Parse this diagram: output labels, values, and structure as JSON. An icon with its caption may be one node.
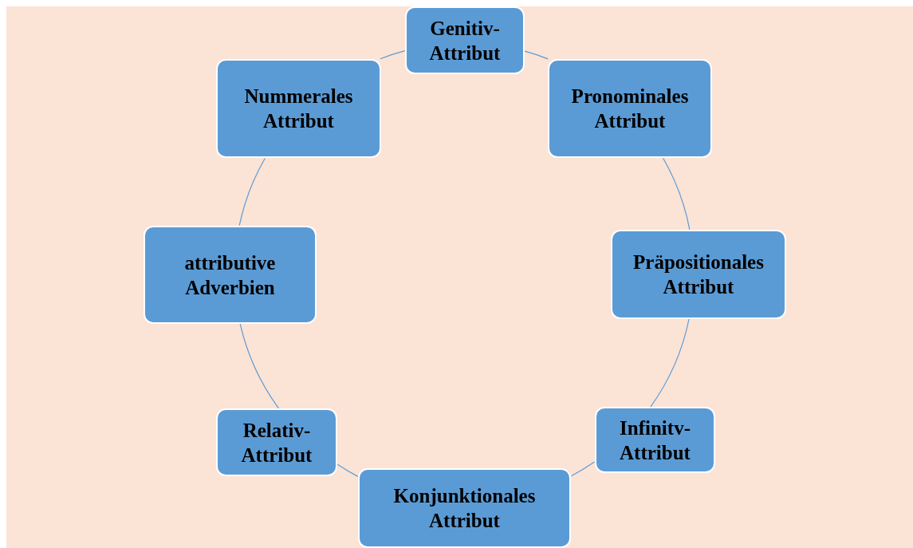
{
  "diagram": {
    "nodes": [
      {
        "text": [
          "Genitiv- Attribut"
        ]
      },
      {
        "text": [
          "Pronominales Attribut"
        ]
      },
      {
        "text": [
          "Präpositionales Attribut"
        ]
      },
      {
        "text": [
          "Infinitv- Attribut"
        ]
      },
      {
        "text": [
          "Konjunktionales Attribut"
        ]
      },
      {
        "text": [
          "Relativ- Attribut"
        ]
      },
      {
        "text": [
          "attributive Adverbien"
        ]
      },
      {
        "text": [
          "Nummerales Attribut"
        ]
      }
    ],
    "edges": [
      {
        "from": 0,
        "to": 1,
        "arrow": "none"
      },
      {
        "from": 1,
        "to": 2,
        "arrow": "none"
      },
      {
        "from": 2,
        "to": 3,
        "arrow": "none"
      },
      {
        "from": 3,
        "to": 4,
        "arrow": "none"
      },
      {
        "from": 4,
        "to": 5,
        "arrow": "none"
      },
      {
        "from": 5,
        "to": 6,
        "arrow": "none"
      },
      {
        "from": 6,
        "to": 7,
        "arrow": "none"
      },
      {
        "from": 7,
        "to": 0,
        "arrow": "none"
      }
    ]
  }
}
